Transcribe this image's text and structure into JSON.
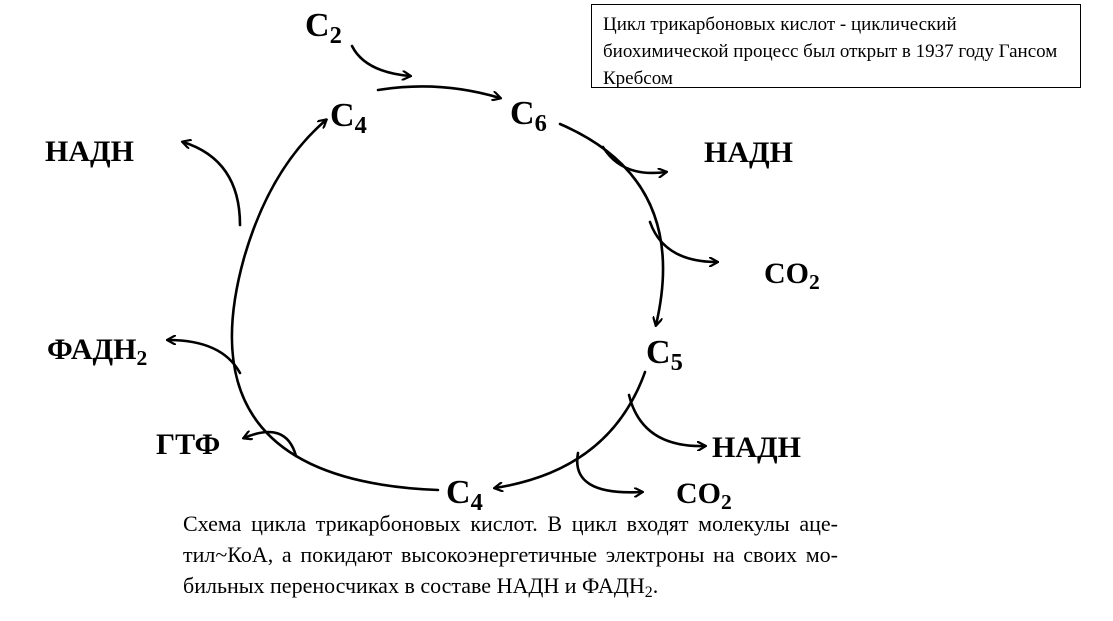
{
  "info_box": {
    "text": "Цикл трикарбоновых кислот - циклический биохимической процесс был открыт в 1937 году Гансом Кребсом"
  },
  "cycle": {
    "c2": {
      "base": "C",
      "sub": "2"
    },
    "c4_top": {
      "base": "C",
      "sub": "4"
    },
    "c6": {
      "base": "C",
      "sub": "6"
    },
    "c5": {
      "base": "C",
      "sub": "5"
    },
    "c4_bottom": {
      "base": "C",
      "sub": "4"
    }
  },
  "products": {
    "nadh_left": {
      "base": "НАДН",
      "sub": ""
    },
    "nadh_right_top": {
      "base": "НАДН",
      "sub": ""
    },
    "co2_upper": {
      "base": "CO",
      "sub": "2"
    },
    "nadh_right_bottom": {
      "base": "НАДН",
      "sub": ""
    },
    "co2_lower": {
      "base": "CO",
      "sub": "2"
    },
    "fadh2": {
      "base": "ФАДН",
      "sub": "2"
    },
    "gtp": {
      "base": "ГТФ",
      "sub": ""
    }
  },
  "caption": {
    "line1": "Схема цикла трикарбоновых кислот. В цикл входят молекулы аце-",
    "line2": "тил~КоА, а покидают высокоэнергетичные электроны на своих мо-",
    "line3_main": "бильных переносчиках в составе НАДН и ФАДН",
    "line3_sub": "2",
    "line3_end": "."
  }
}
